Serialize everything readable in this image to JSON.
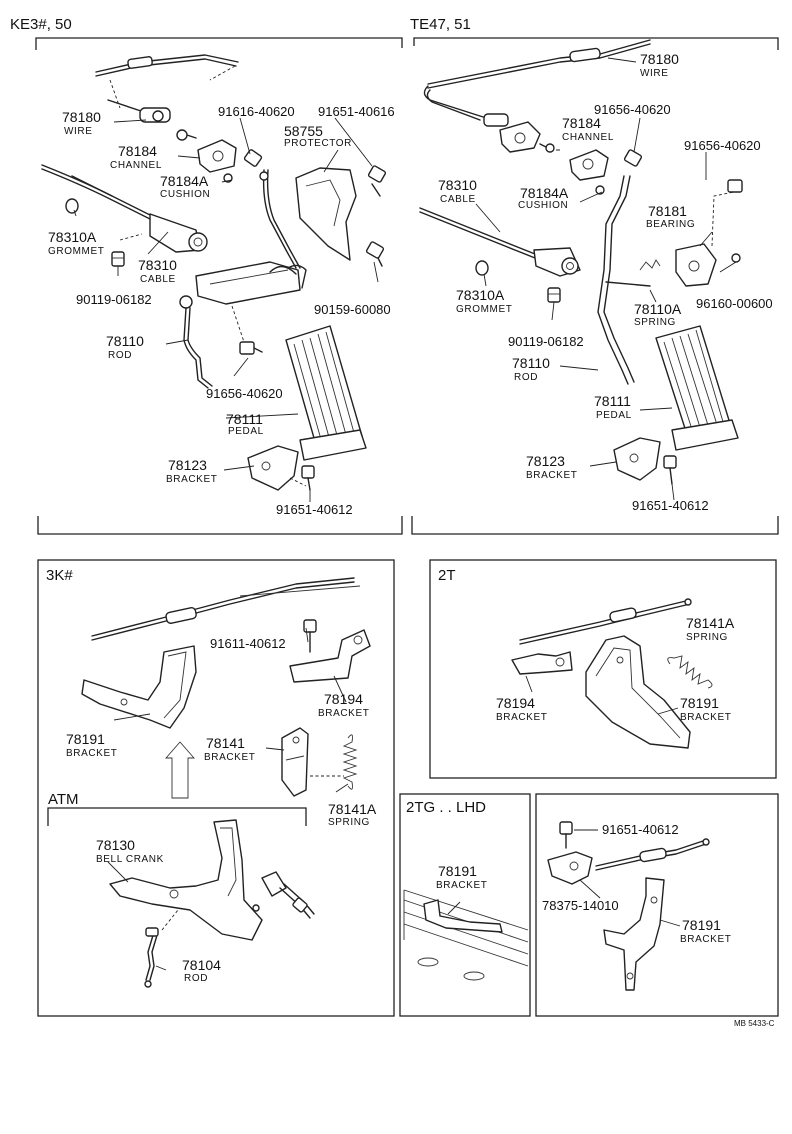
{
  "sections": {
    "ke": {
      "title": "KE3#, 50",
      "labels": [
        {
          "pn": "78180",
          "name": "WIRE"
        },
        {
          "pn": "78184",
          "name": "CHANNEL"
        },
        {
          "pn": "78184A",
          "name": "CUSHION"
        },
        {
          "pn": "91616-40620",
          "name": ""
        },
        {
          "pn": "91651-40616",
          "name": ""
        },
        {
          "pn": "58755",
          "name": "PROTECTOR"
        },
        {
          "pn": "78310A",
          "name": "GROMMET"
        },
        {
          "pn": "78310",
          "name": "CABLE"
        },
        {
          "pn": "90119-06182",
          "name": ""
        },
        {
          "pn": "90159-60080",
          "name": ""
        },
        {
          "pn": "78110",
          "name": "ROD"
        },
        {
          "pn": "91656-40620",
          "name": ""
        },
        {
          "pn": "78111",
          "name": "PEDAL"
        },
        {
          "pn": "78123",
          "name": "BRACKET"
        },
        {
          "pn": "91651-40612",
          "name": ""
        }
      ]
    },
    "te": {
      "title": "TE47, 51",
      "labels": [
        {
          "pn": "78180",
          "name": "WIRE"
        },
        {
          "pn": "91656-40620",
          "name": ""
        },
        {
          "pn": "78184",
          "name": "CHANNEL"
        },
        {
          "pn": "91656-40620",
          "name": ""
        },
        {
          "pn": "78310",
          "name": "CABLE"
        },
        {
          "pn": "78184A",
          "name": "CUSHION"
        },
        {
          "pn": "78181",
          "name": "BEARING"
        },
        {
          "pn": "78310A",
          "name": "GROMMET"
        },
        {
          "pn": "78110A",
          "name": "SPRING"
        },
        {
          "pn": "96160-00600",
          "name": ""
        },
        {
          "pn": "90119-06182",
          "name": ""
        },
        {
          "pn": "78110",
          "name": "ROD"
        },
        {
          "pn": "78111",
          "name": "PEDAL"
        },
        {
          "pn": "78123",
          "name": "BRACKET"
        },
        {
          "pn": "91651-40612",
          "name": ""
        }
      ]
    },
    "k3": {
      "title": "3K#",
      "labels": [
        {
          "pn": "91611-40612",
          "name": ""
        },
        {
          "pn": "78194",
          "name": "BRACKET"
        },
        {
          "pn": "78191",
          "name": "BRACKET"
        },
        {
          "pn": "78141",
          "name": "BRACKET"
        },
        {
          "pn": "78141A",
          "name": "SPRING"
        }
      ]
    },
    "atm": {
      "title": "ATM",
      "labels": [
        {
          "pn": "78130",
          "name": "BELL CRANK"
        },
        {
          "pn": "78104",
          "name": "ROD"
        }
      ]
    },
    "t2": {
      "title": "2T",
      "labels": [
        {
          "pn": "78141A",
          "name": "SPRING"
        },
        {
          "pn": "78194",
          "name": "BRACKET"
        },
        {
          "pn": "78191",
          "name": "BRACKET"
        }
      ]
    },
    "tg": {
      "title": "2TG . . LHD",
      "labels": [
        {
          "pn": "78191",
          "name": "BRACKET"
        }
      ]
    },
    "br": {
      "title": "",
      "labels": [
        {
          "pn": "91651-40612",
          "name": ""
        },
        {
          "pn": "78375-14010",
          "name": ""
        },
        {
          "pn": "78191",
          "name": "BRACKET"
        }
      ]
    }
  },
  "footer": {
    "code": "MB 5433-C"
  }
}
